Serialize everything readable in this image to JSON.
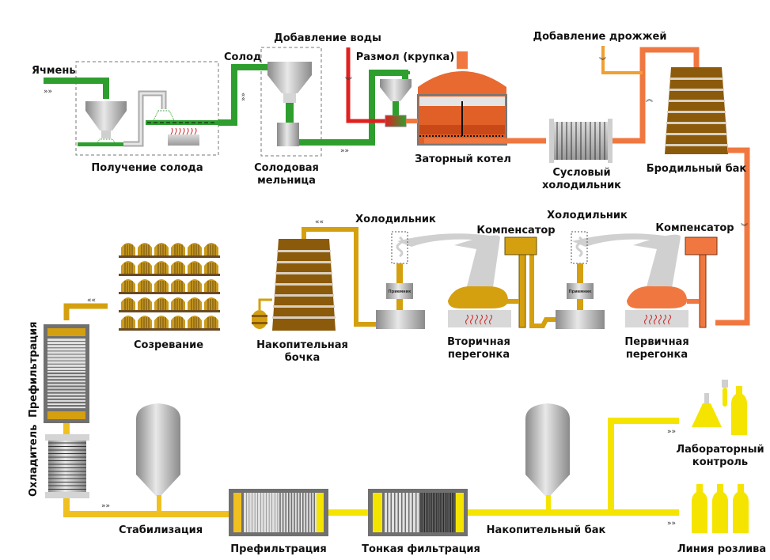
{
  "colors": {
    "green": "#2e9e2e",
    "red": "#e02020",
    "orange": "#f07840",
    "gold": "#d4a010",
    "yellow": "#f5e400",
    "brown": "#8b5a0a",
    "steel": "#b8b8b8"
  },
  "labels": {
    "barley": "Ячмень",
    "malt": "Солод",
    "malting": "Получение солода",
    "water": "Добавление воды",
    "grinding": "Размол (крупка)",
    "malt_mill_1": "Солодовая",
    "malt_mill_2": "мельница",
    "mash_tun": "Заторный котел",
    "wort_cooler_1": "Сусловый",
    "wort_cooler_2": "холодильник",
    "yeast": "Добавление дрожжей",
    "fermenter": "Бродильный бак",
    "condenser_a": "Холодильник",
    "condenser_b": "Холодильник",
    "compensator_a": "Компенсатор",
    "compensator_b": "Компенсатор",
    "receiver_a": "Приемник",
    "receiver_b": "Приемник",
    "first_dist_1": "Первичная",
    "first_dist_2": "перегонка",
    "second_dist_1": "Вторичная",
    "second_dist_2": "перегонка",
    "holding_cask_1": "Накопительная",
    "holding_cask_2": "бочка",
    "maturation": "Созревание",
    "prefilter_vertical": "Префильтрация",
    "chiller": "Охладитель",
    "stabilization": "Стабилизация",
    "prefilter": "Префильтрация",
    "fine_filter": "Тонкая фильтрация",
    "storage_tank": "Накопительный бак",
    "lab_1": "Лабораторный",
    "lab_2": "контроль",
    "bottling": "Линия розлива"
  },
  "flow_arrows": {
    "right": "»»",
    "left": "««",
    "up": "︽",
    "down": "︾"
  }
}
